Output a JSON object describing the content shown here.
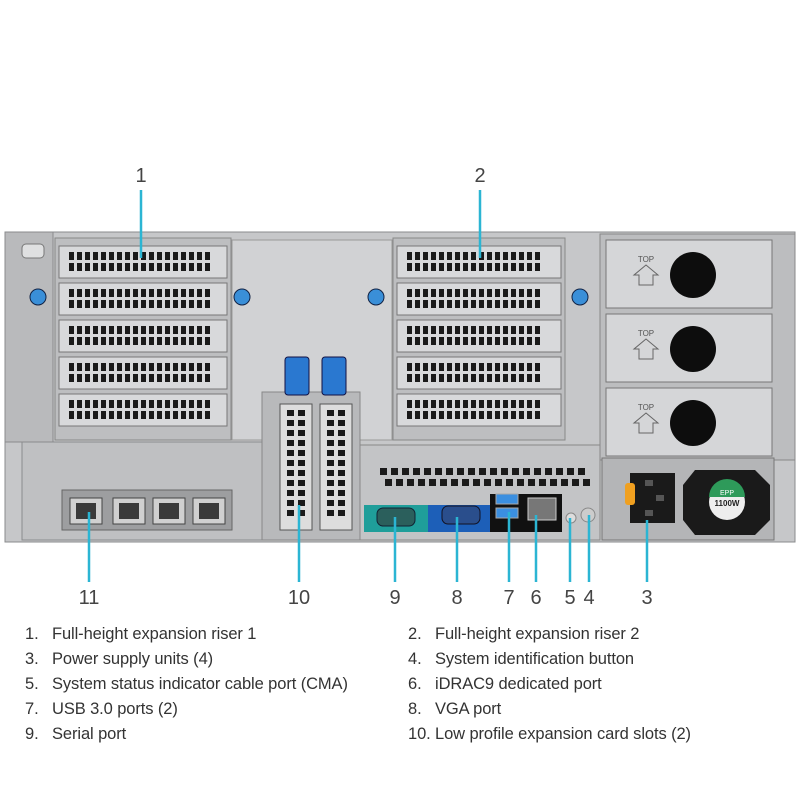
{
  "callouts": [
    "1",
    "2",
    "3",
    "4",
    "5",
    "6",
    "7",
    "8",
    "9",
    "10",
    "11"
  ],
  "psu_labels": {
    "top": "TOP",
    "brand": "EPP",
    "wattage": "1100W"
  },
  "legend": [
    {
      "num": "1.",
      "text": "Full-height expansion riser 1"
    },
    {
      "num": "2.",
      "text": "Full-height expansion riser 2"
    },
    {
      "num": "3.",
      "text": "Power supply units (4)"
    },
    {
      "num": "4.",
      "text": "System identification button"
    },
    {
      "num": "5.",
      "text": "System status indicator cable port (CMA)"
    },
    {
      "num": "6.",
      "text": "iDRAC9 dedicated port"
    },
    {
      "num": "7.",
      "text": "USB 3.0 ports (2)"
    },
    {
      "num": "8.",
      "text": "VGA port"
    },
    {
      "num": "9.",
      "text": "Serial port"
    },
    {
      "num": "10.",
      "text": "Low profile expansion card slots (2)"
    }
  ],
  "colors": {
    "callout_line": "#2bb5d3",
    "chassis": "#c9cacc",
    "serial": "#1f9e9a",
    "vga": "#1d5fb8",
    "latch": "#2a78d0",
    "psu_handle": "#f0a020",
    "epp_badge": "#2e9a5a"
  }
}
